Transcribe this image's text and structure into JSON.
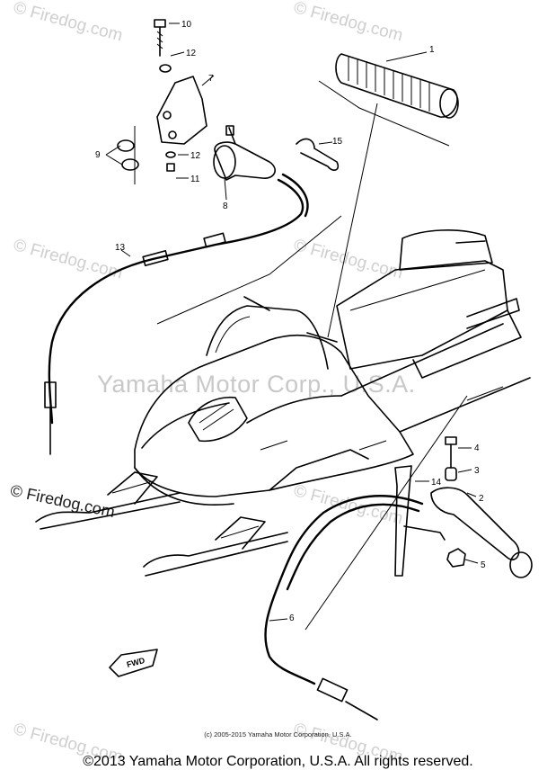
{
  "watermark": {
    "site": "© Firedog.com",
    "center_text": "Yamaha Motor Corp., U.S.A."
  },
  "callouts": {
    "c1": "1",
    "c2": "2",
    "c3": "3",
    "c4": "4",
    "c5": "5",
    "c6": "6",
    "c7": "7",
    "c8": "8",
    "c9": "9",
    "c10": "10",
    "c11": "11",
    "c12": "12",
    "c12b": "12",
    "c13": "13",
    "c14": "14",
    "c15": "15"
  },
  "fwd_label": "FWD",
  "small_copyright": "(c) 2005-2015 Yamaha Motor Corporation, U.S.A.",
  "copyright": "©2013 Yamaha Motor Corporation, U.S.A. All rights reserved."
}
